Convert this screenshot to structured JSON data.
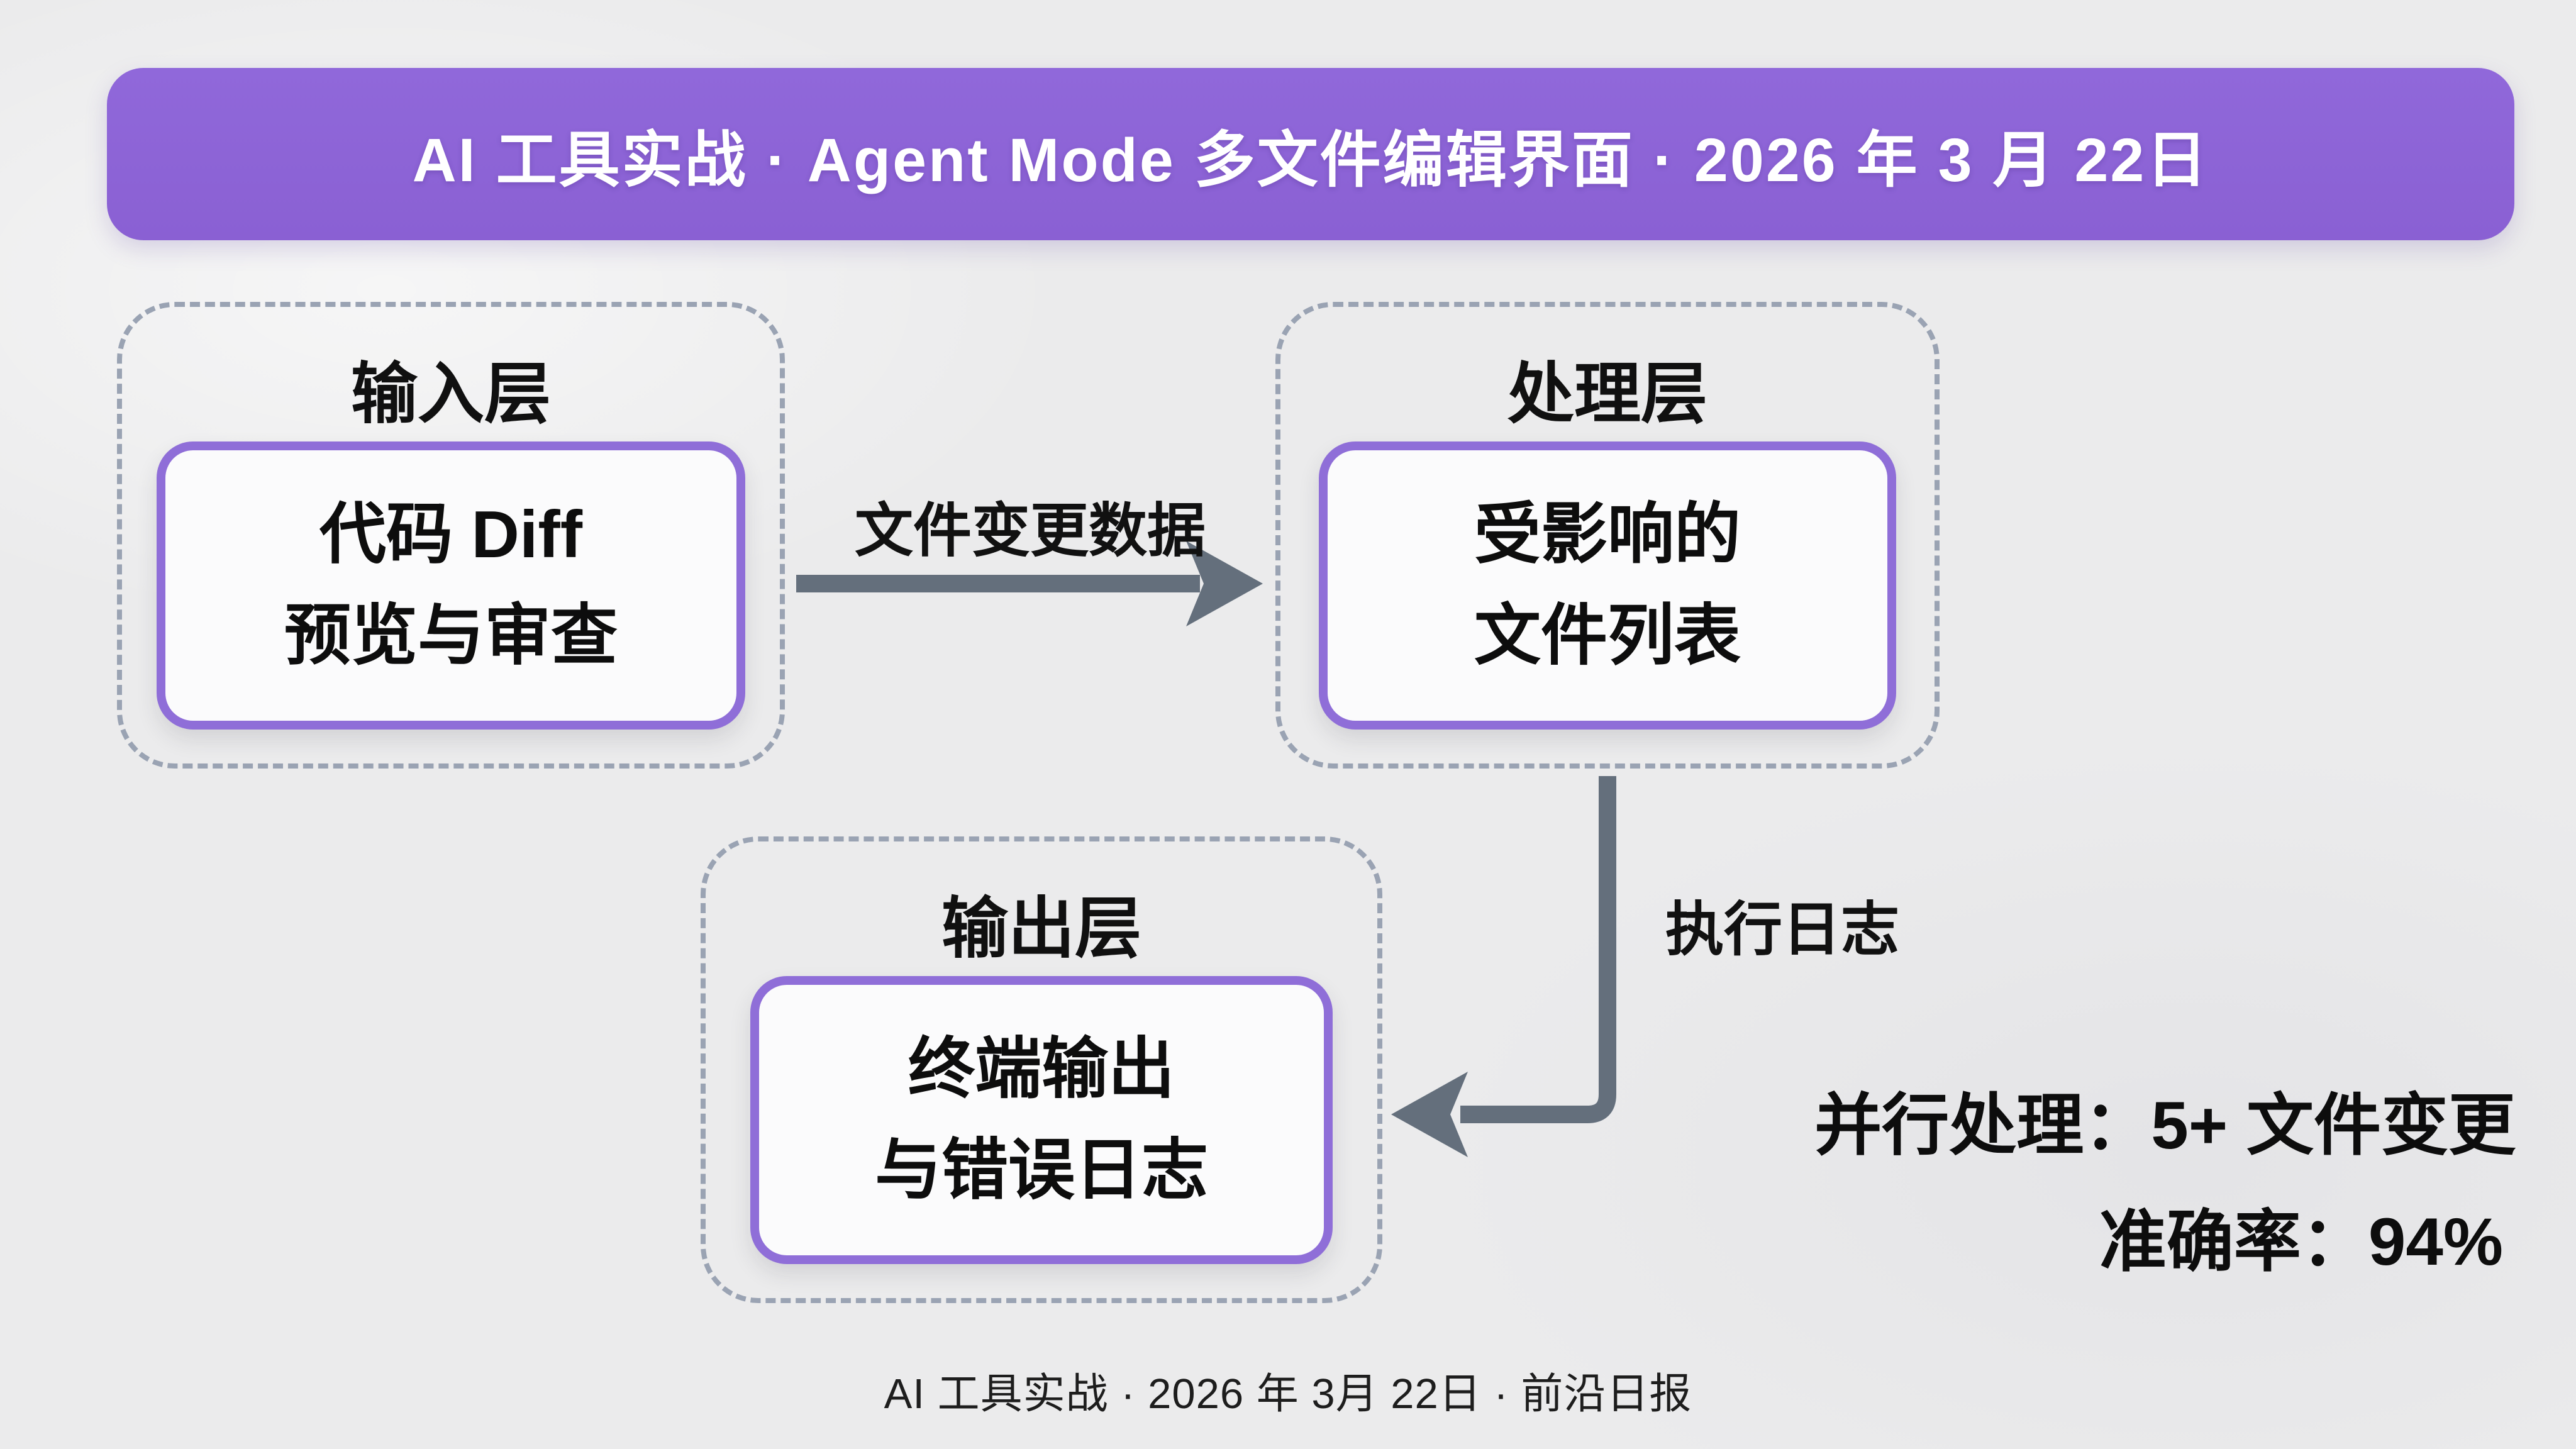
{
  "palette": {
    "background": "#ebebec",
    "banner_purple": "#8a60d3",
    "node_border_purple": "#8f6ed8",
    "dashed_border_gray": "#9aa3b3",
    "arrow_gray": "#646f7c",
    "text_dark": "#141414",
    "banner_text": "#ffffff"
  },
  "header": {
    "title": "AI 工具实战 · Agent Mode 多文件编辑界面 · 2026 年 3 月 22日"
  },
  "diagram": {
    "layers": [
      {
        "id": "input",
        "title": "输入层",
        "line1": "代码 Diff",
        "line2": "预览与审查"
      },
      {
        "id": "process",
        "title": "处理层",
        "line1": "受影响的",
        "line2": "文件列表"
      },
      {
        "id": "output",
        "title": "输出层",
        "line1": "终端输出",
        "line2": "与错误日志"
      }
    ],
    "edges": [
      {
        "from": "input",
        "to": "process",
        "label": "文件变更数据"
      },
      {
        "from": "process",
        "to": "output",
        "label": "执行日志"
      }
    ]
  },
  "stats": {
    "line1": "并行处理：5+ 文件变更",
    "line2": "准确率：94%"
  },
  "footer": {
    "text": "AI 工具实战 · 2026 年 3月 22日 · 前沿日报"
  }
}
